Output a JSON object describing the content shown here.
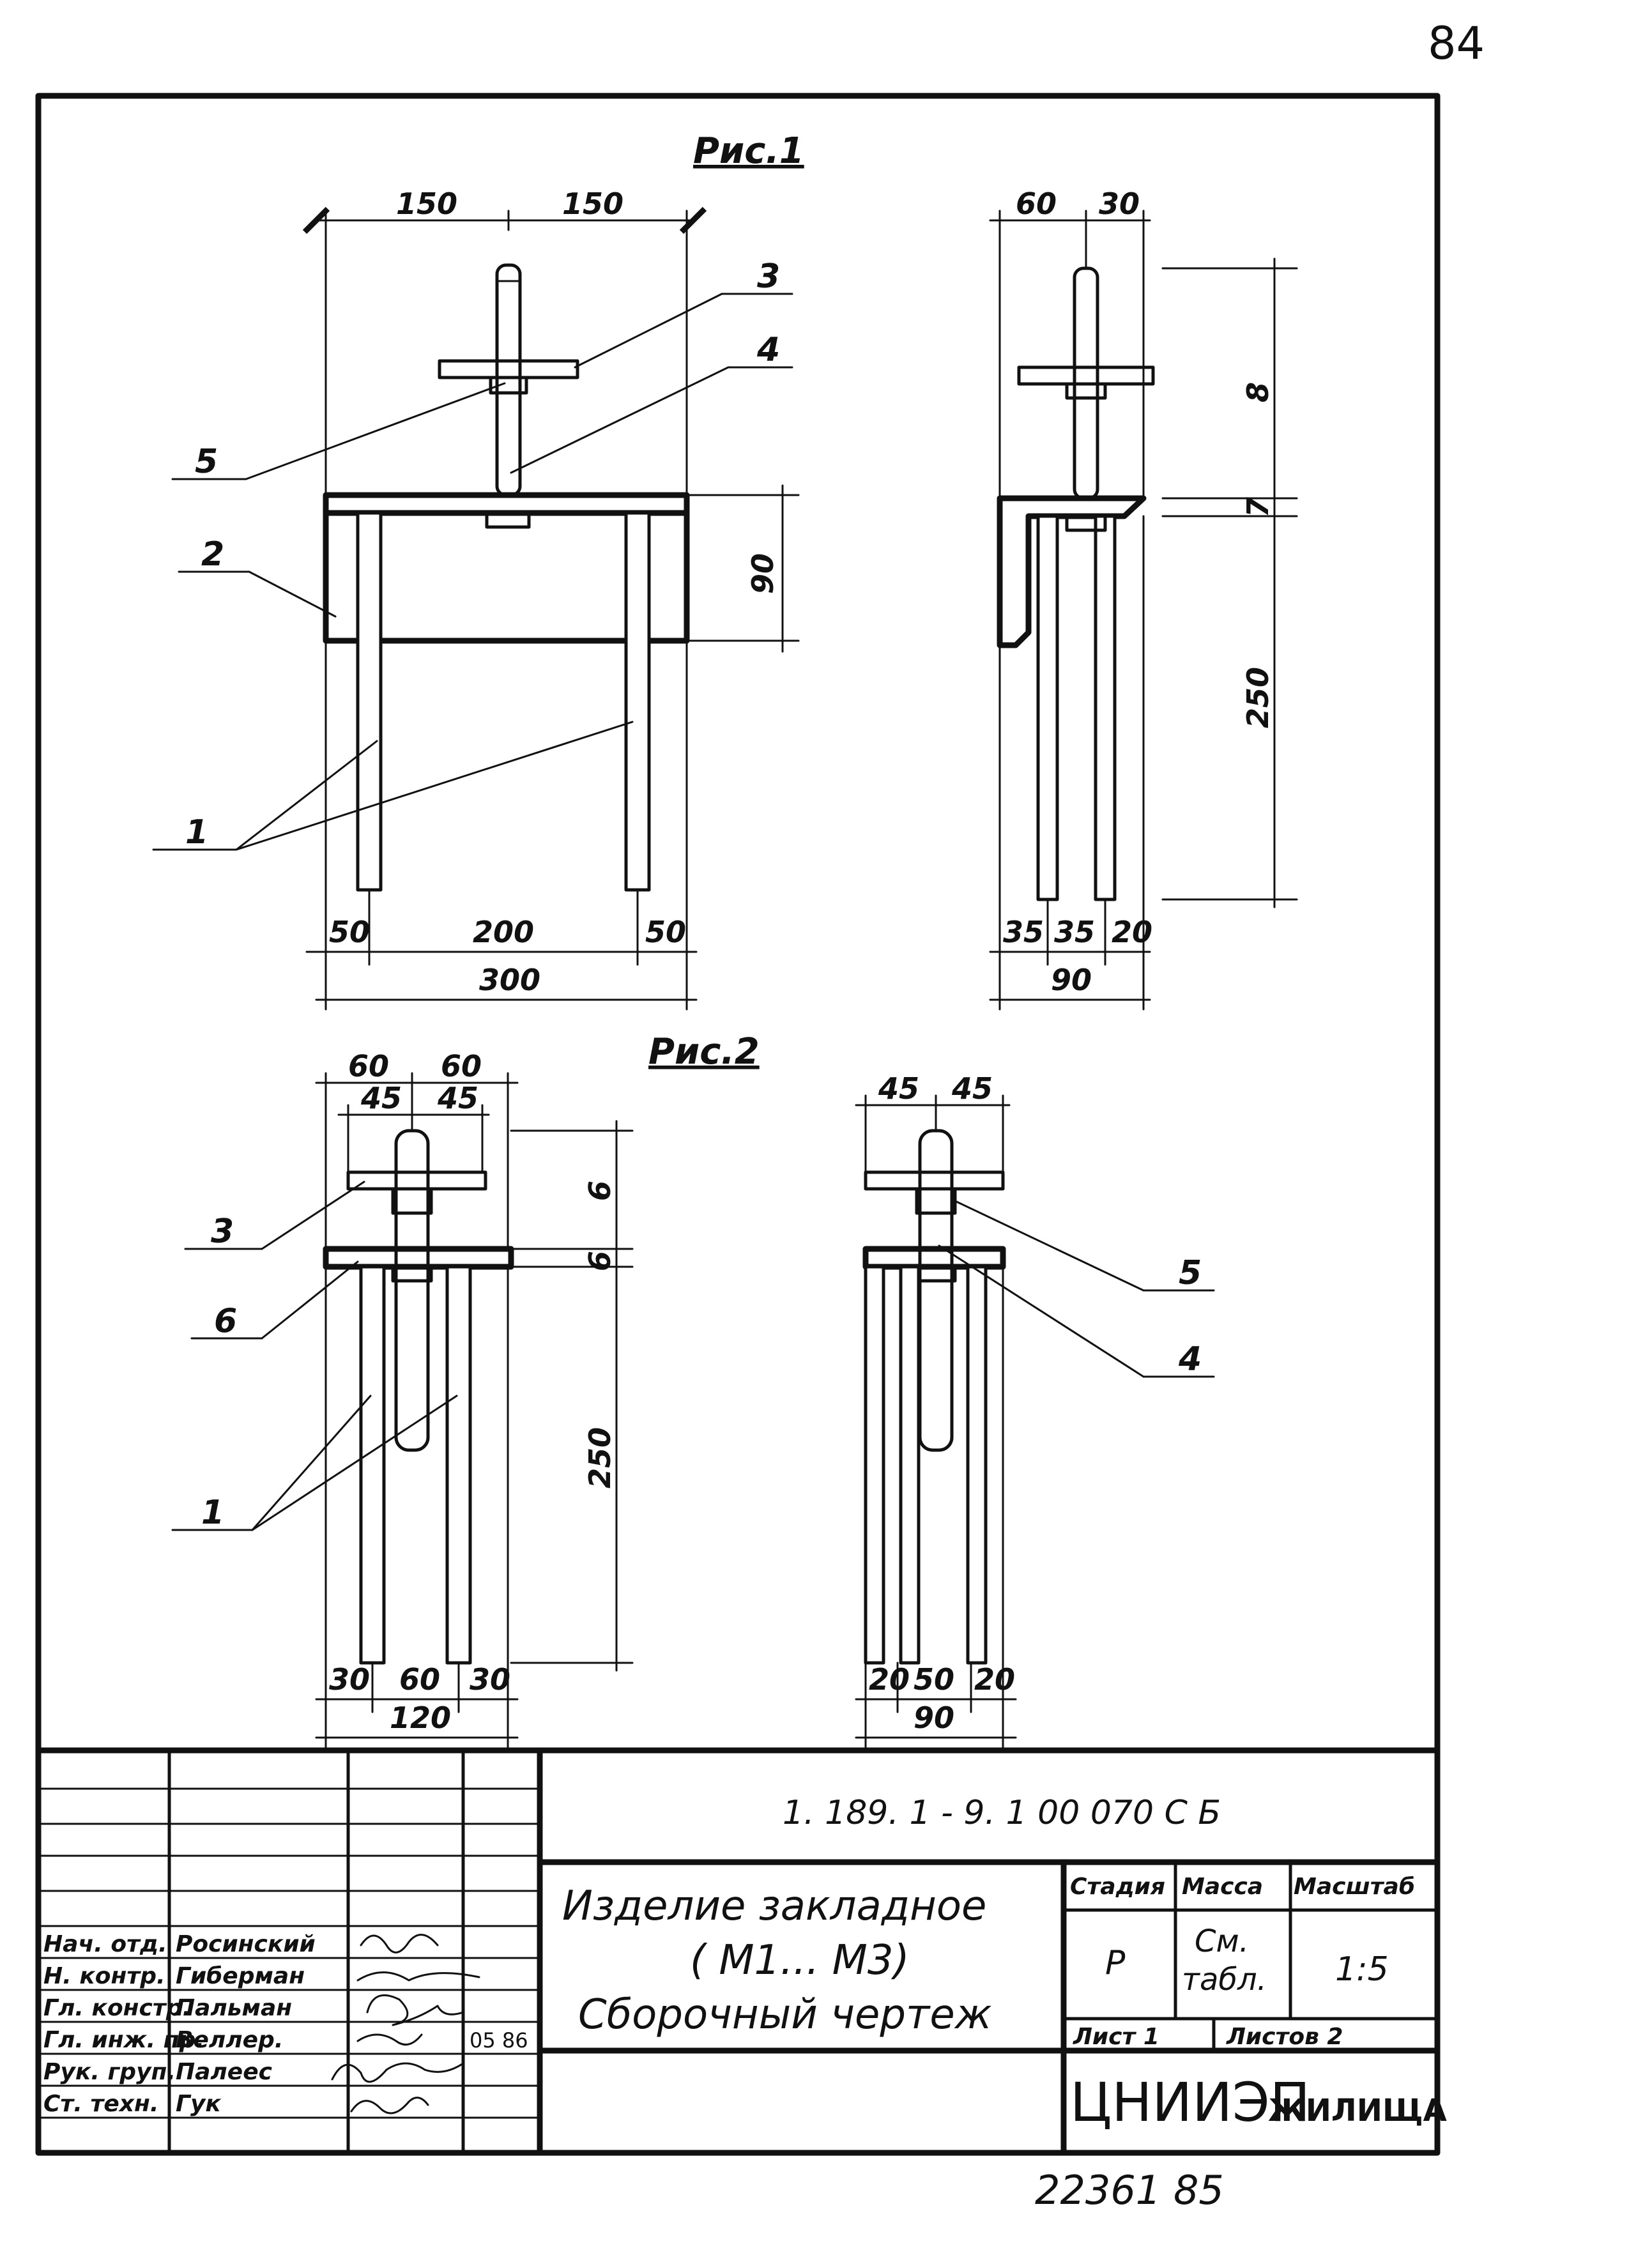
{
  "page": {
    "sheet_number": "84",
    "bottom_number": "22361   85"
  },
  "figures": {
    "fig1_title": "Рис.1",
    "fig2_title": "Рис.2"
  },
  "fig1_front": {
    "dims": {
      "top_left": "150",
      "top_right": "150",
      "side_height": "90",
      "bottom_left": "50",
      "bottom_mid": "200",
      "bottom_right": "50",
      "total": "300"
    },
    "callouts": {
      "c1": "1",
      "c2": "2",
      "c3": "3",
      "c4": "4",
      "c5": "5"
    }
  },
  "fig1_side": {
    "dims": {
      "top_left": "60",
      "top_right": "30",
      "upper": "8",
      "middle": "7",
      "lower": "250",
      "bottom_a": "35",
      "bottom_b": "35",
      "bottom_c": "20",
      "total": "90"
    }
  },
  "fig2_front": {
    "dims": {
      "top_a": "60",
      "top_b": "60",
      "inner_a": "45",
      "inner_b": "45",
      "upper": "6",
      "middle": "6",
      "lower": "250",
      "bottom_a": "30",
      "bottom_b": "60",
      "bottom_c": "30",
      "total": "120"
    },
    "callouts": {
      "c1": "1",
      "c3": "3",
      "c6": "6"
    }
  },
  "fig2_side": {
    "dims": {
      "top_a": "45",
      "top_b": "45",
      "bottom_a": "20",
      "bottom_b": "50",
      "bottom_c": "20",
      "total": "90"
    },
    "callouts": {
      "c4": "4",
      "c5": "5"
    }
  },
  "title_block": {
    "doc_code": "1. 189. 1 - 9. 1   00  070 С Б",
    "name_line1": "Изделие  закладное",
    "name_line2": "( М1...  М3)",
    "name_line3": "Сборочный  чертеж",
    "stage_header": "Стадия",
    "mass_header": "Масса",
    "scale_header": "Масштаб",
    "stage_value": "Р",
    "mass_value_1": "См.",
    "mass_value_2": "табл.",
    "scale_value": "1:5",
    "sheet_label": "Лист 1",
    "sheets_label": "Листов  2",
    "org_main": "ЦНИИЭП",
    "org_sub": "ЖИЛИЩА",
    "date_mark": "05 86",
    "roles": [
      {
        "role": "Нач. отд.",
        "name": "Росинский"
      },
      {
        "role": "Н. контр.",
        "name": "Гиберман"
      },
      {
        "role": "Гл. констр.",
        "name": "Пальман"
      },
      {
        "role": "Гл. инж. пр.",
        "name": "Веллер."
      },
      {
        "role": "Рук. груп.",
        "name": "Палеес"
      },
      {
        "role": "Ст. техн.",
        "name": "Гук"
      }
    ]
  }
}
